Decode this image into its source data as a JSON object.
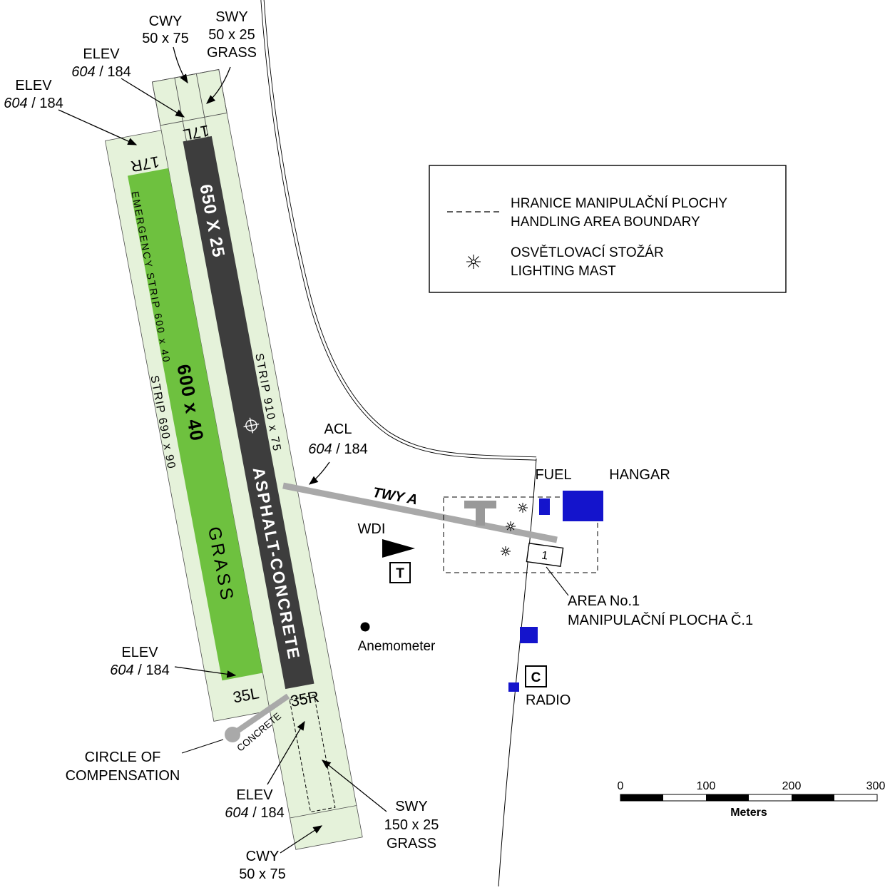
{
  "colors": {
    "strip_green_light": "#e5f2da",
    "runway_green": "#6ec13f",
    "runway_dark": "#3d3d3d",
    "taxiway_gray": "#a9a9a9",
    "building_blue": "#1414cc",
    "structure_gray": "#999999"
  },
  "runway_asphalt": {
    "designator_north": "17L",
    "designator_south": "35R",
    "dimensions": "650 X 25",
    "surface": "ASPHALT-CONCRETE",
    "strip": "STRIP 910 x 75"
  },
  "runway_grass": {
    "designator_north": "17R",
    "designator_south": "35L",
    "dimensions": "600 x 40",
    "surface": "GRASS",
    "strip": "STRIP 690 x 90",
    "emergency": "EMERGENCY STRIP 600 x 40"
  },
  "labels": {
    "cwy_north_1": "CWY",
    "cwy_north_2": "50 x 75",
    "swy_north_1": "SWY",
    "swy_north_2": "50 x 25",
    "swy_north_3": "GRASS",
    "elev_title": "ELEV",
    "elev_ft": "604",
    "elev_rest": " / 184",
    "acl_title": "ACL",
    "acl_ft": "604",
    "acl_rest": " / 184",
    "twy": "TWY A",
    "wdi": "WDI",
    "wdi_box": "T",
    "anemometer": "Anemometer",
    "fuel": "FUEL",
    "hangar": "HANGAR",
    "area1_box": "1",
    "area1_1": "AREA No.1",
    "area1_2": "MANIPULAČNÍ PLOCHA Č.1",
    "radio_box": "C",
    "radio": "RADIO",
    "circle_comp_1": "CIRCLE OF",
    "circle_comp_2": "COMPENSATION",
    "concrete": "CONCRETE",
    "swy_south_1": "SWY",
    "swy_south_2": "150 x 25",
    "swy_south_3": "GRASS",
    "cwy_south_1": "CWY",
    "cwy_south_2": "50 x 75"
  },
  "legend": {
    "items": [
      {
        "l1": "HRANICE MANIPULAČNÍ PLOCHY",
        "l2": "HANDLING AREA BOUNDARY"
      },
      {
        "l1": "OSVĚTLOVACÍ STOŽÁR",
        "l2": "LIGHTING MAST"
      }
    ]
  },
  "scale_bar": {
    "t0": "0",
    "t1": "100",
    "t2": "200",
    "t3": "300",
    "unit": "Meters"
  }
}
